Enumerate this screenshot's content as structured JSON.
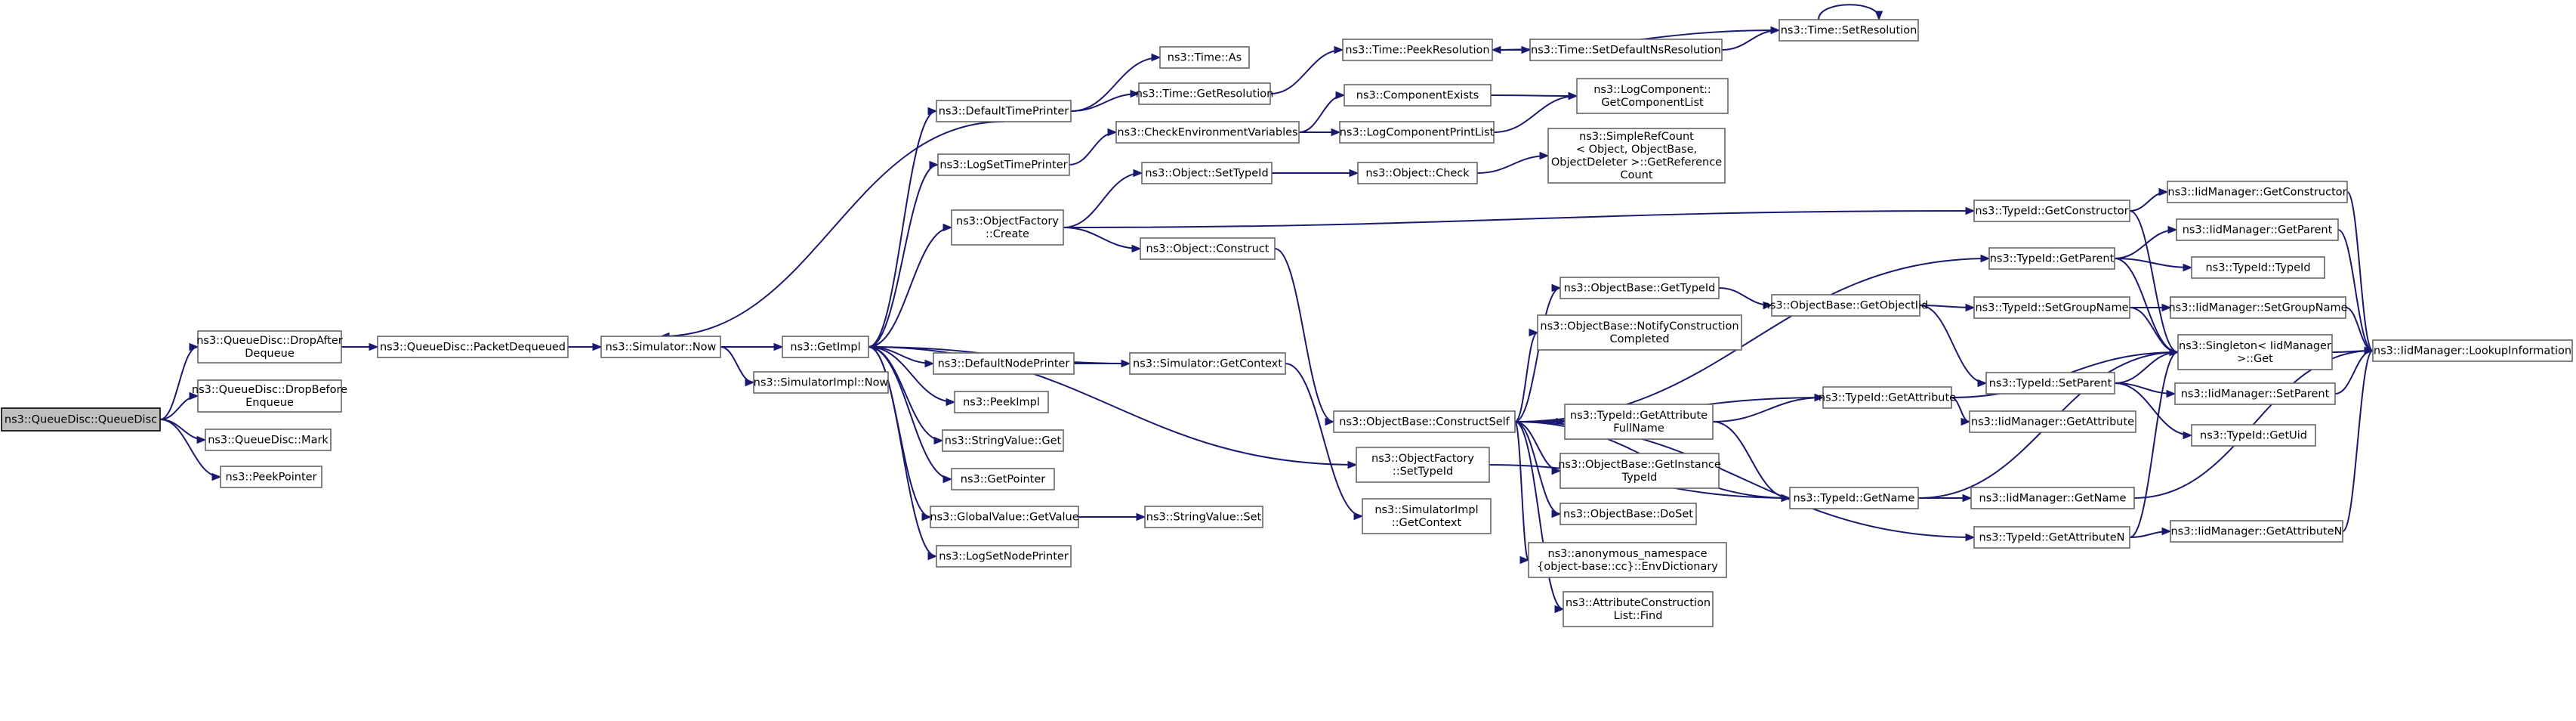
{
  "colors": {
    "edge": "#191970",
    "node_border": "#666666",
    "root_fill": "#bfbfbf"
  },
  "nodes": {
    "n0": [
      "ns3::QueueDisc::QueueDisc"
    ],
    "n1": [
      "ns3::QueueDisc::DropAfter",
      "Dequeue"
    ],
    "n2": [
      "ns3::QueueDisc::DropBefore",
      "Enqueue"
    ],
    "n3": [
      "ns3::QueueDisc::Mark"
    ],
    "n4": [
      "ns3::PeekPointer"
    ],
    "n5": [
      "ns3::QueueDisc::PacketDequeued"
    ],
    "n6": [
      "ns3::Simulator::Now"
    ],
    "n7": [
      "ns3::GetImpl"
    ],
    "n8": [
      "ns3::SimulatorImpl::Now"
    ],
    "n9": [
      "ns3::DefaultTimePrinter"
    ],
    "n10": [
      "ns3::LogSetTimePrinter"
    ],
    "n11": [
      "ns3::ObjectFactory",
      "::Create"
    ],
    "n12": [
      "ns3::DefaultNodePrinter"
    ],
    "n13": [
      "ns3::PeekImpl"
    ],
    "n14": [
      "ns3::StringValue::Get"
    ],
    "n15": [
      "ns3::GetPointer"
    ],
    "n16": [
      "ns3::GlobalValue::GetValue"
    ],
    "n17": [
      "ns3::LogSetNodePrinter"
    ],
    "n18": [
      "ns3::Time::As"
    ],
    "n19": [
      "ns3::Time::GetResolution"
    ],
    "n20": [
      "ns3::CheckEnvironmentVariables"
    ],
    "n21": [
      "ns3::Object::SetTypeId"
    ],
    "n22": [
      "ns3::Object::Construct"
    ],
    "n23": [
      "ns3::Simulator::GetContext"
    ],
    "n24": [
      "ns3::StringValue::Set"
    ],
    "n25": [
      "ns3::Time::PeekResolution"
    ],
    "n26": [
      "ns3::ComponentExists"
    ],
    "n27": [
      "ns3::LogComponentPrintList"
    ],
    "n28": [
      "ns3::Object::Check"
    ],
    "n29": [
      "ns3::ObjectBase::ConstructSelf"
    ],
    "n30": [
      "ns3::ObjectFactory",
      "::SetTypeId"
    ],
    "n31": [
      "ns3::SimulatorImpl",
      "::GetContext"
    ],
    "n32": [
      "ns3::Time::SetDefaultNsResolution"
    ],
    "n33": [
      "ns3::Time::SetResolution"
    ],
    "n34": [
      "ns3::LogComponent::",
      "GetComponentList"
    ],
    "n35": [
      "ns3::SimpleRefCount",
      "< Object, ObjectBase,",
      "ObjectDeleter >::GetReference",
      "Count"
    ],
    "n36": [
      "ns3::ObjectBase::GetTypeId"
    ],
    "n37": [
      "ns3::ObjectBase::NotifyConstruction",
      "Completed"
    ],
    "n38": [
      "ns3::TypeId::GetAttribute",
      "FullName"
    ],
    "n39": [
      "ns3::ObjectBase::GetInstance",
      "TypeId"
    ],
    "n40": [
      "ns3::ObjectBase::DoSet"
    ],
    "n41": [
      "ns3::anonymous_namespace",
      "{object-base::cc}::EnvDictionary"
    ],
    "n42": [
      "ns3::AttributeConstruction",
      "List::Find"
    ],
    "n43": [
      "ns3::ObjectBase::GetObjectIid"
    ],
    "n44": [
      "ns3::TypeId::GetConstructor"
    ],
    "n45": [
      "ns3::TypeId::GetParent"
    ],
    "n46": [
      "ns3::TypeId::GetAttribute"
    ],
    "n47": [
      "ns3::TypeId::GetName"
    ],
    "n48": [
      "ns3::TypeId::GetAttributeN"
    ],
    "n49": [
      "ns3::TypeId::SetGroupName"
    ],
    "n50": [
      "ns3::TypeId::SetParent"
    ],
    "n51": [
      "ns3::IidManager::GetAttribute"
    ],
    "n52": [
      "ns3::IidManager::GetName"
    ],
    "n53": [
      "ns3::IidManager::GetConstructor"
    ],
    "n54": [
      "ns3::IidManager::GetParent"
    ],
    "n55": [
      "ns3::TypeId::TypeId"
    ],
    "n56": [
      "ns3::IidManager::SetGroupName"
    ],
    "n57": [
      "ns3::Singleton< IidManager",
      ">::Get"
    ],
    "n58": [
      "ns3::IidManager::SetParent"
    ],
    "n59": [
      "ns3::TypeId::GetUid"
    ],
    "n60": [
      "ns3::IidManager::GetAttributeN"
    ],
    "n61": [
      "ns3::IidManager::LookupInformation"
    ]
  }
}
